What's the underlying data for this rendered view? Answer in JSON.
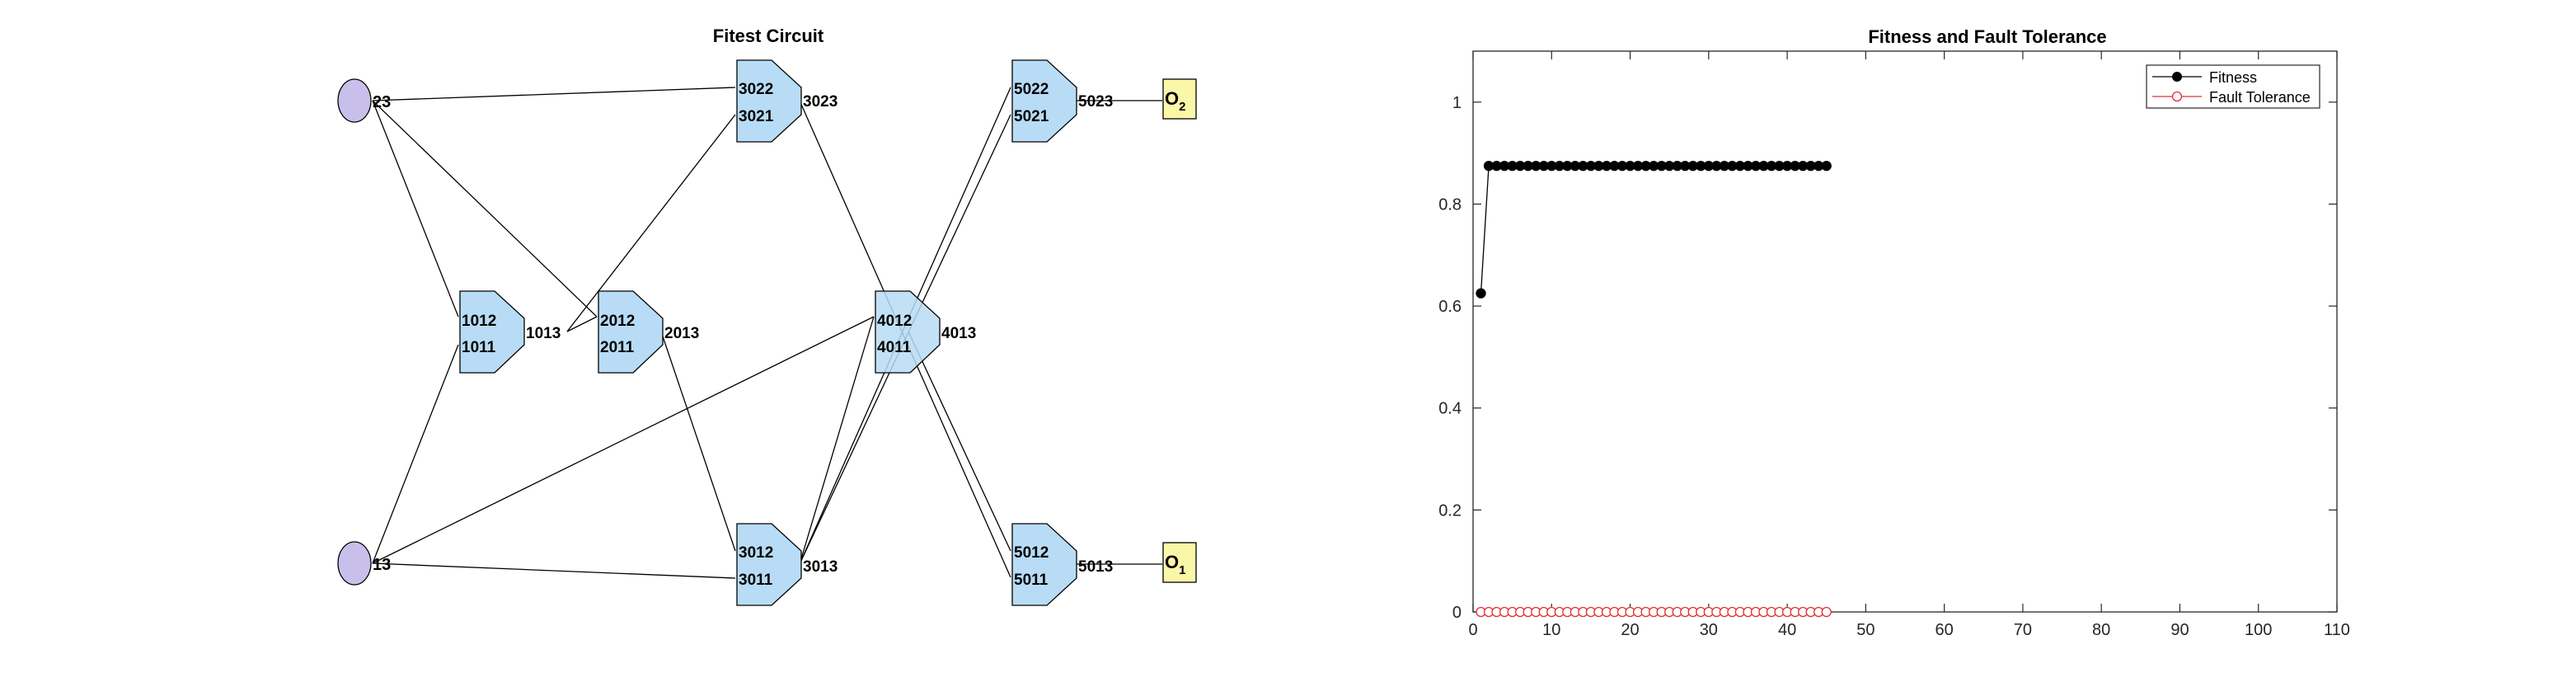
{
  "circuit": {
    "title": "Fitest Circuit",
    "inputs": [
      {
        "id": "in-top",
        "label": "23"
      },
      {
        "id": "in-bottom",
        "label": "13"
      }
    ],
    "gates": [
      {
        "id": "g1",
        "in_top": "1012",
        "in_bottom": "1011",
        "out": "1013"
      },
      {
        "id": "g2",
        "in_top": "2012",
        "in_bottom": "2011",
        "out": "2013"
      },
      {
        "id": "g3top",
        "in_top": "3022",
        "in_bottom": "3021",
        "out": "3023"
      },
      {
        "id": "g3bot",
        "in_top": "3012",
        "in_bottom": "3011",
        "out": "3013"
      },
      {
        "id": "g4",
        "in_top": "4012",
        "in_bottom": "4011",
        "out": "4013"
      },
      {
        "id": "g5top",
        "in_top": "5022",
        "in_bottom": "5021",
        "out": "5023"
      },
      {
        "id": "g5bot",
        "in_top": "5012",
        "in_bottom": "5011",
        "out": "5013"
      }
    ],
    "outputs": [
      {
        "id": "o2",
        "letter": "O",
        "sub": "2"
      },
      {
        "id": "o1",
        "letter": "O",
        "sub": "1"
      }
    ],
    "colors": {
      "gate_fill": "#b8dcf5",
      "input_fill": "#c8c0ea",
      "output_fill": "#fbf7a9",
      "stroke": "#000000"
    }
  },
  "chart_data": {
    "type": "line",
    "title": "Fitness and Fault Tolerance",
    "xlabel": "",
    "ylabel": "",
    "xlim": [
      0,
      110
    ],
    "ylim": [
      0,
      1.1
    ],
    "xticks": [
      0,
      10,
      20,
      30,
      40,
      50,
      60,
      70,
      80,
      90,
      100,
      110
    ],
    "yticks": [
      0,
      0.2,
      0.4,
      0.6,
      0.8,
      1
    ],
    "ytick_labels": [
      "0",
      "0.2",
      "0.4",
      "0.6",
      "0.8",
      "1"
    ],
    "grid": false,
    "legend_position": "top-right",
    "series": [
      {
        "name": "Fitness",
        "color": "#000000",
        "marker": "filled-circle",
        "x": [
          1,
          2,
          3,
          4,
          5,
          6,
          7,
          8,
          9,
          10,
          11,
          12,
          13,
          14,
          15,
          16,
          17,
          18,
          19,
          20,
          21,
          22,
          23,
          24,
          25,
          26,
          27,
          28,
          29,
          30,
          31,
          32,
          33,
          34,
          35,
          36,
          37,
          38,
          39,
          40,
          41,
          42,
          43,
          44,
          45
        ],
        "y": [
          0.625,
          0.875,
          0.875,
          0.875,
          0.875,
          0.875,
          0.875,
          0.875,
          0.875,
          0.875,
          0.875,
          0.875,
          0.875,
          0.875,
          0.875,
          0.875,
          0.875,
          0.875,
          0.875,
          0.875,
          0.875,
          0.875,
          0.875,
          0.875,
          0.875,
          0.875,
          0.875,
          0.875,
          0.875,
          0.875,
          0.875,
          0.875,
          0.875,
          0.875,
          0.875,
          0.875,
          0.875,
          0.875,
          0.875,
          0.875,
          0.875,
          0.875,
          0.875,
          0.875,
          0.875
        ]
      },
      {
        "name": "Fault Tolerance",
        "color": "#e0303a",
        "marker": "open-circle",
        "x": [
          1,
          2,
          3,
          4,
          5,
          6,
          7,
          8,
          9,
          10,
          11,
          12,
          13,
          14,
          15,
          16,
          17,
          18,
          19,
          20,
          21,
          22,
          23,
          24,
          25,
          26,
          27,
          28,
          29,
          30,
          31,
          32,
          33,
          34,
          35,
          36,
          37,
          38,
          39,
          40,
          41,
          42,
          43,
          44,
          45
        ],
        "y": [
          0,
          0,
          0,
          0,
          0,
          0,
          0,
          0,
          0,
          0,
          0,
          0,
          0,
          0,
          0,
          0,
          0,
          0,
          0,
          0,
          0,
          0,
          0,
          0,
          0,
          0,
          0,
          0,
          0,
          0,
          0,
          0,
          0,
          0,
          0,
          0,
          0,
          0,
          0,
          0,
          0,
          0,
          0,
          0,
          0
        ]
      }
    ]
  }
}
